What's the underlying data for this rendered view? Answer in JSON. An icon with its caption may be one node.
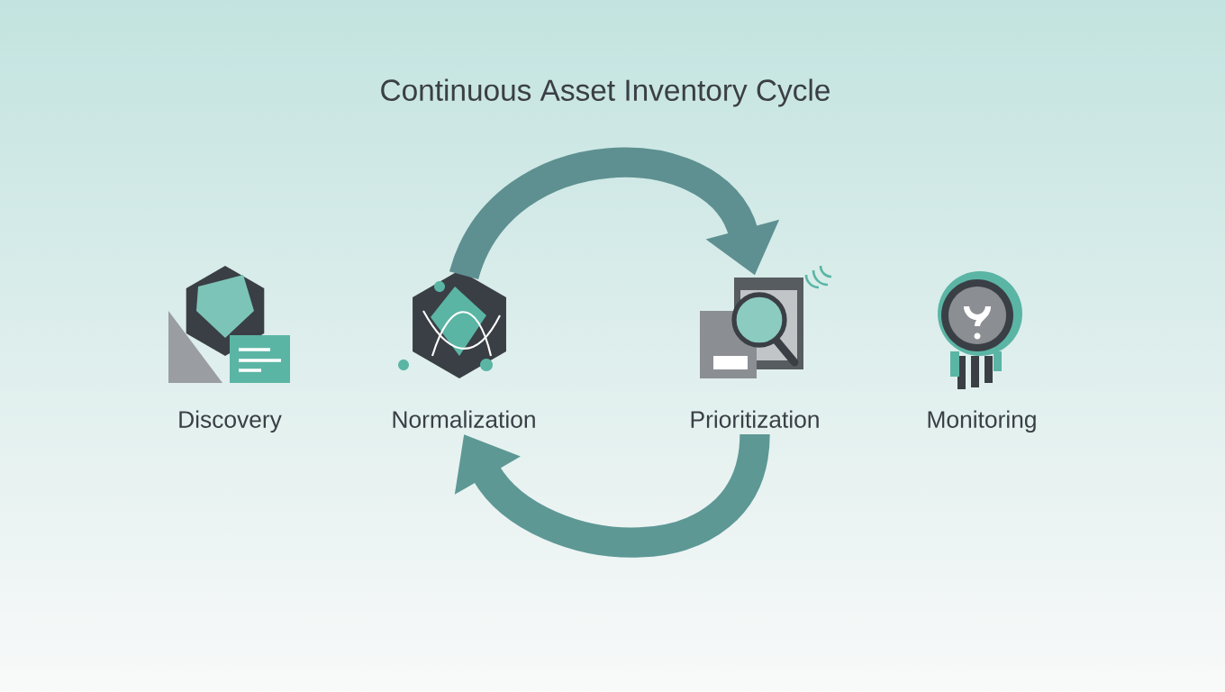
{
  "diagram": {
    "title": "Continuous Asset Inventory Cycle",
    "nodes": [
      {
        "text": [
          "Discovery"
        ]
      },
      {
        "text": [
          "Normalization"
        ]
      },
      {
        "text": [
          "Prioritization"
        ]
      },
      {
        "text": [
          "Monitoring"
        ]
      }
    ],
    "edges": [
      {
        "from": 1,
        "to": 2,
        "arrow": "to"
      },
      {
        "from": 2,
        "to": 1,
        "arrow": "to"
      }
    ]
  }
}
